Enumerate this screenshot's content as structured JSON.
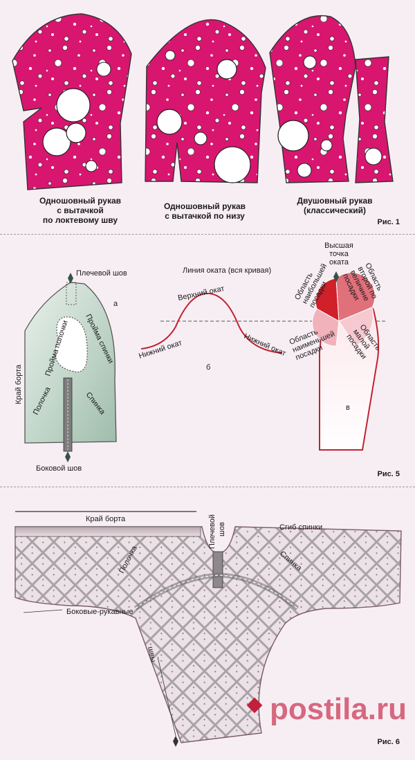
{
  "fig1": {
    "caption": "Рис. 1",
    "sleeves": [
      {
        "lines": [
          "Одношовный рукав",
          "с вытачкой",
          "по локтевому шву"
        ]
      },
      {
        "lines": [
          "Одношовный рукав",
          "с вытачкой по низу"
        ]
      },
      {
        "lines": [
          "Двушовный рукав",
          "(классический)"
        ]
      }
    ]
  },
  "fig5": {
    "caption": "Рис. 5",
    "a": {
      "letter": "а",
      "shoulder_seam": "Плечевой шов",
      "side_seam": "Боковой шов",
      "front_edge": "Край борта",
      "front_armhole": "Пройма полочки",
      "back_armhole": "Пройма спинки",
      "front": "Полочка",
      "back": "Спинка"
    },
    "b": {
      "letter": "б",
      "cap_line": "Линия оката (вся кривая)",
      "upper_cap": "Верхний окат",
      "lower_cap_left": "Нижний окат",
      "lower_cap_right": "Нижний окат"
    },
    "c": {
      "letter": "в",
      "highest_point": [
        "Высшая",
        "точка",
        "оката"
      ],
      "largest_ease": [
        "Область",
        "наибольшей",
        "посадки"
      ],
      "second_ease": [
        "Область",
        "второй по",
        "величине",
        "посадки"
      ],
      "least_ease": [
        "Область",
        "наименьшей",
        "посадки"
      ],
      "small_ease": [
        "Область",
        "малой",
        "посадки"
      ]
    }
  },
  "fig6": {
    "caption": "Рис. 6",
    "front_edge": "Край борта",
    "shoulder_seam": [
      "Плечевой",
      "шов"
    ],
    "back_fold": "Сгиб спинки",
    "front": "Полочка",
    "back": "Спинка",
    "side_sleeve_seams": "Боковые-рукавные",
    "seams": "швы"
  },
  "watermark": "postila.ru",
  "colors": {
    "fabric": "#d8166f",
    "cap_red": "#d0202a",
    "cap_mid": "#e0707a",
    "cap_light": "#f1b2bc",
    "bodice_green": "#bdd3c6",
    "check_fill": "#ece1e6"
  }
}
